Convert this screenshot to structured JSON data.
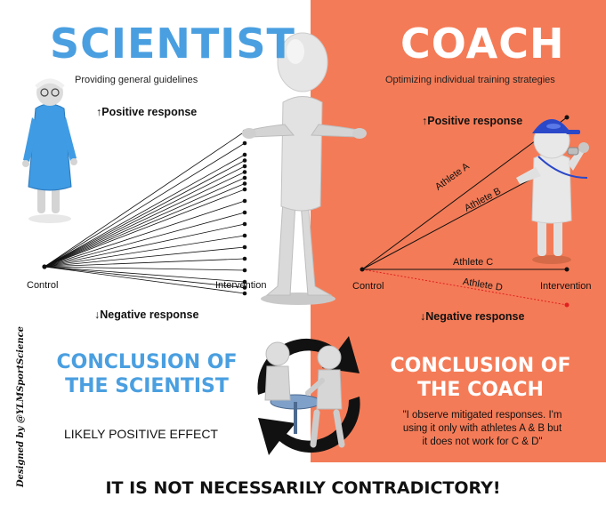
{
  "scientist": {
    "title": "SCIENTIST",
    "subtitle": "Providing general guidelines",
    "positive": "↑Positive response",
    "negative": "↓Negative response",
    "x_start": "Control",
    "x_end": "Intervention",
    "conclusion_line1": "CONCLUSION OF",
    "conclusion_line2": "THE SCIENTIST",
    "verdict": "LIKELY POSITIVE EFFECT",
    "endpoints": [
      0,
      2,
      4,
      5,
      6,
      7,
      8,
      9,
      10,
      12,
      14,
      16,
      18,
      20,
      22,
      24,
      26,
      27,
      28
    ]
  },
  "coach": {
    "title": "COACH",
    "subtitle": "Optimizing individual training strategies",
    "positive": "↑Positive response",
    "negative": "↓Negative response",
    "x_start": "Control",
    "x_end": "Intervention",
    "athletes": [
      {
        "name": "Athlete A"
      },
      {
        "name": "Athlete B"
      },
      {
        "name": "Athlete C"
      },
      {
        "name": "Athlete D"
      }
    ],
    "conclusion_line1": "CONCLUSION OF",
    "conclusion_line2": "THE COACH",
    "quote_line1": "\"I observe mitigated responses. I'm",
    "quote_line2": "using it only with athletes A & B but",
    "quote_line3": "it does not work for C & D\""
  },
  "footer": "IT IS NOT NECESSARILY CONTRADICTORY!",
  "credit": "Designed by @YLMSportScience",
  "colors": {
    "coach_bg": "#f47b57",
    "scientist_title": "#4a9fe0",
    "negative_line": "#e02020"
  }
}
